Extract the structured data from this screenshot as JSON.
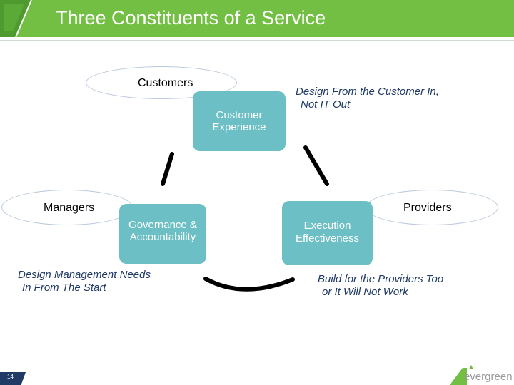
{
  "header": {
    "title": "Three Constituents of a Service",
    "background_color": "#72bf44"
  },
  "ovals": {
    "customers": "Customers",
    "managers": "Managers",
    "providers": "Providers"
  },
  "boxes": {
    "customer_experience": [
      "Customer",
      "Experience"
    ],
    "governance": [
      "Governance &",
      "Accountability"
    ],
    "execution": [
      "Execution",
      "Effectiveness"
    ],
    "box_color": "#6cbfc4"
  },
  "notes": {
    "customer": [
      "Design From the Customer In,",
      "Not IT Out"
    ],
    "management": [
      "Design Management Needs",
      "In From The Start"
    ],
    "providers": [
      "Build for the Providers Too",
      "or It Will Not Work"
    ]
  },
  "footer": {
    "page_number": "14",
    "logo_text": "evergreen"
  }
}
